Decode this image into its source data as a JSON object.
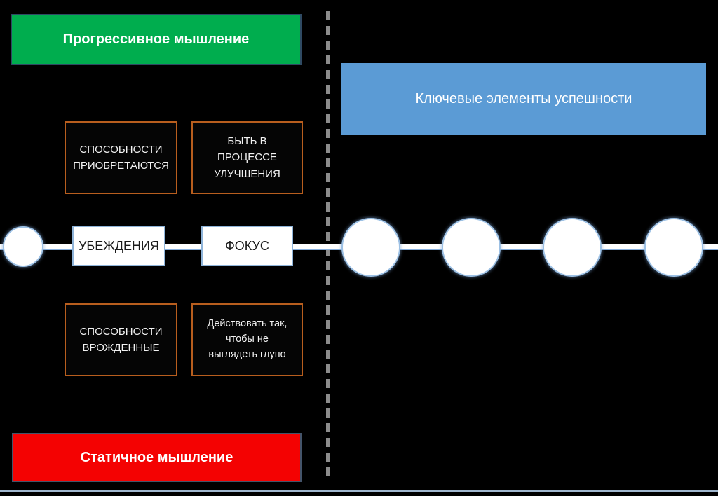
{
  "colors": {
    "background": "#000000",
    "progressive_green": "#00AD4E",
    "key_elements_blue": "#5B9BD5",
    "static_red": "#F40202",
    "orange_frame": "#B85E1E",
    "dashed_divider_gray": "#8C8C8C",
    "timeline_white": "#FFFFFF",
    "node_border_blue": "#8FB4D9",
    "bottom_rule_blue": "#9FB6CE"
  },
  "header": {
    "progressive_label": "Прогрессивное мышление",
    "key_elements_label": "Ключевые элементы успешности"
  },
  "growth_row": {
    "boxes": [
      {
        "label": "СПОСОБНОСТИ ПРИОБРЕТАЮТСЯ"
      },
      {
        "label": "БЫТЬ В ПРОЦЕССЕ УЛУЧШЕНИЯ"
      }
    ]
  },
  "timeline": {
    "node_labels": [
      {
        "label": "УБЕЖДЕНИЯ"
      },
      {
        "label": "ФОКУС"
      }
    ],
    "plain_circle_count": 5
  },
  "static_row": {
    "boxes": [
      {
        "label": "СПОСОБНОСТИ ВРОЖДЕННЫЕ"
      },
      {
        "label": "Действовать так, чтобы не выглядеть глупо"
      }
    ]
  },
  "footer": {
    "static_label": "Статичное мышление"
  }
}
